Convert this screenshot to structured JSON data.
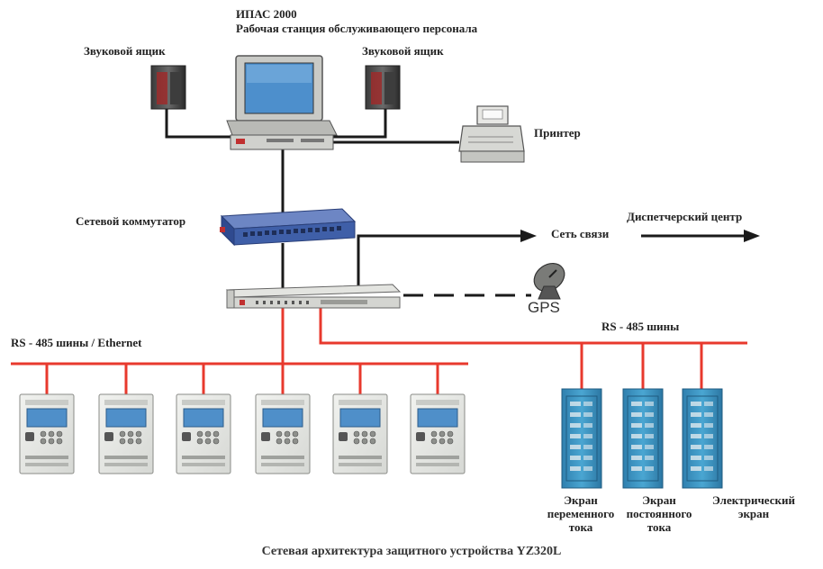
{
  "workstation": {
    "title": "ИПАС 2000",
    "subtitle": "Рабочая станция обслуживающего персонала"
  },
  "speaker_left": "Звуковой ящик",
  "speaker_right": "Звуковой ящик",
  "printer": "Принтер",
  "switch": "Сетевой коммутатор",
  "dispatch_center": "Диспетчерский центр",
  "comm_network": "Сеть связи",
  "gps": "GPS",
  "bus_left": "RS - 485 шины / Ethernet",
  "bus_right": "RS - 485 шины",
  "cabinets": [
    {
      "line1": "Экран",
      "line2": "переменного",
      "line3": "тока"
    },
    {
      "line1": "Экран",
      "line2": "постоянного",
      "line3": "тока"
    },
    {
      "line1": "Электрический",
      "line2": "экран",
      "line3": ""
    }
  ],
  "caption": "Сетевая архитектура защитного устройства YZ320L",
  "colors": {
    "bus_line": "#e8392d",
    "signal_line": "#1a1a1a",
    "switch_body": "#3f5fa8",
    "cabinet_body": "#3b8fb9",
    "device_body": "#e9ebe7",
    "device_screen": "#4f8fc9"
  }
}
